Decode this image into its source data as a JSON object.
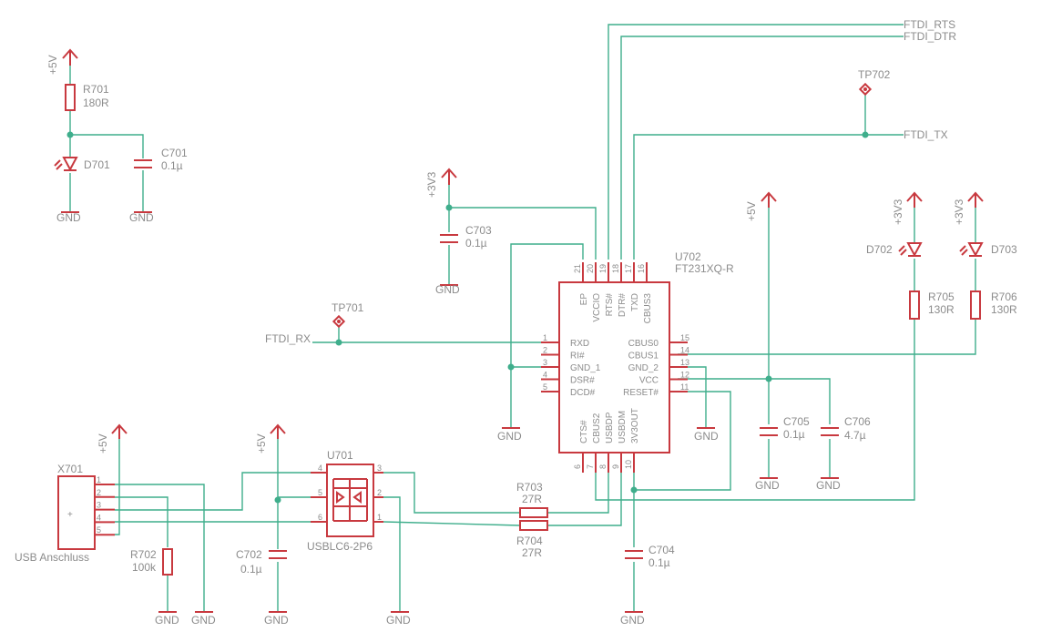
{
  "colors": {
    "wire": "#3fae8c",
    "symbol": "#c8393f",
    "text": "#8c8c8c",
    "background": "#ffffff"
  },
  "supplies": {
    "p5v": "+5V",
    "p3v3": "+3V3",
    "gnd": "GND"
  },
  "nets": {
    "rts": "FTDI_RTS",
    "dtr": "FTDI_DTR",
    "tx": "FTDI_TX",
    "rx": "FTDI_RX"
  },
  "testpoints": {
    "tp701": "TP701",
    "tp702": "TP702"
  },
  "resistors": {
    "r701": {
      "ref": "R701",
      "value": "180R"
    },
    "r702": {
      "ref": "R702",
      "value": "100k"
    },
    "r703": {
      "ref": "R703",
      "value": "27R"
    },
    "r704": {
      "ref": "R704",
      "value": "27R"
    },
    "r705": {
      "ref": "R705",
      "value": "130R"
    },
    "r706": {
      "ref": "R706",
      "value": "130R"
    }
  },
  "capacitors": {
    "c701": {
      "ref": "C701",
      "value": "0.1µ"
    },
    "c702": {
      "ref": "C702",
      "value": "0.1µ"
    },
    "c703": {
      "ref": "C703",
      "value": "0.1µ"
    },
    "c704": {
      "ref": "C704",
      "value": "0.1µ"
    },
    "c705": {
      "ref": "C705",
      "value": "0.1µ"
    },
    "c706": {
      "ref": "C706",
      "value": "4.7µ"
    }
  },
  "leds": {
    "d701": "D701",
    "d702": "D702",
    "d703": "D703"
  },
  "connector": {
    "ref": "X701",
    "value": "USB Anschluss",
    "pins": [
      "1",
      "2",
      "3",
      "4",
      "5"
    ]
  },
  "esd": {
    "ref": "U701",
    "value": "USBLC6-2P6",
    "pins_left": [
      "4",
      "5",
      "6"
    ],
    "pins_right": [
      "3",
      "2",
      "1"
    ]
  },
  "ic": {
    "ref": "U702",
    "value": "FT231XQ-R",
    "left_pins": [
      {
        "num": "1",
        "name": "RXD"
      },
      {
        "num": "2",
        "name": "RI#"
      },
      {
        "num": "3",
        "name": "GND_1"
      },
      {
        "num": "4",
        "name": "DSR#"
      },
      {
        "num": "5",
        "name": "DCD#"
      }
    ],
    "right_pins": [
      {
        "num": "15",
        "name": "CBUS0"
      },
      {
        "num": "14",
        "name": "CBUS1"
      },
      {
        "num": "13",
        "name": "GND_2"
      },
      {
        "num": "12",
        "name": "VCC"
      },
      {
        "num": "11",
        "name": "RESET#"
      }
    ],
    "top_pins": [
      {
        "num": "21",
        "name": "EP"
      },
      {
        "num": "20",
        "name": "VCCIO"
      },
      {
        "num": "19",
        "name": "RTS#"
      },
      {
        "num": "18",
        "name": "DTR#"
      },
      {
        "num": "17",
        "name": "TXD"
      },
      {
        "num": "16",
        "name": "CBUS3"
      }
    ],
    "bottom_pins": [
      {
        "num": "6",
        "name": "CTS#"
      },
      {
        "num": "7",
        "name": "CBUS2"
      },
      {
        "num": "8",
        "name": "USBDP"
      },
      {
        "num": "9",
        "name": "USBDM"
      },
      {
        "num": "10",
        "name": "3V3OUT"
      }
    ]
  }
}
